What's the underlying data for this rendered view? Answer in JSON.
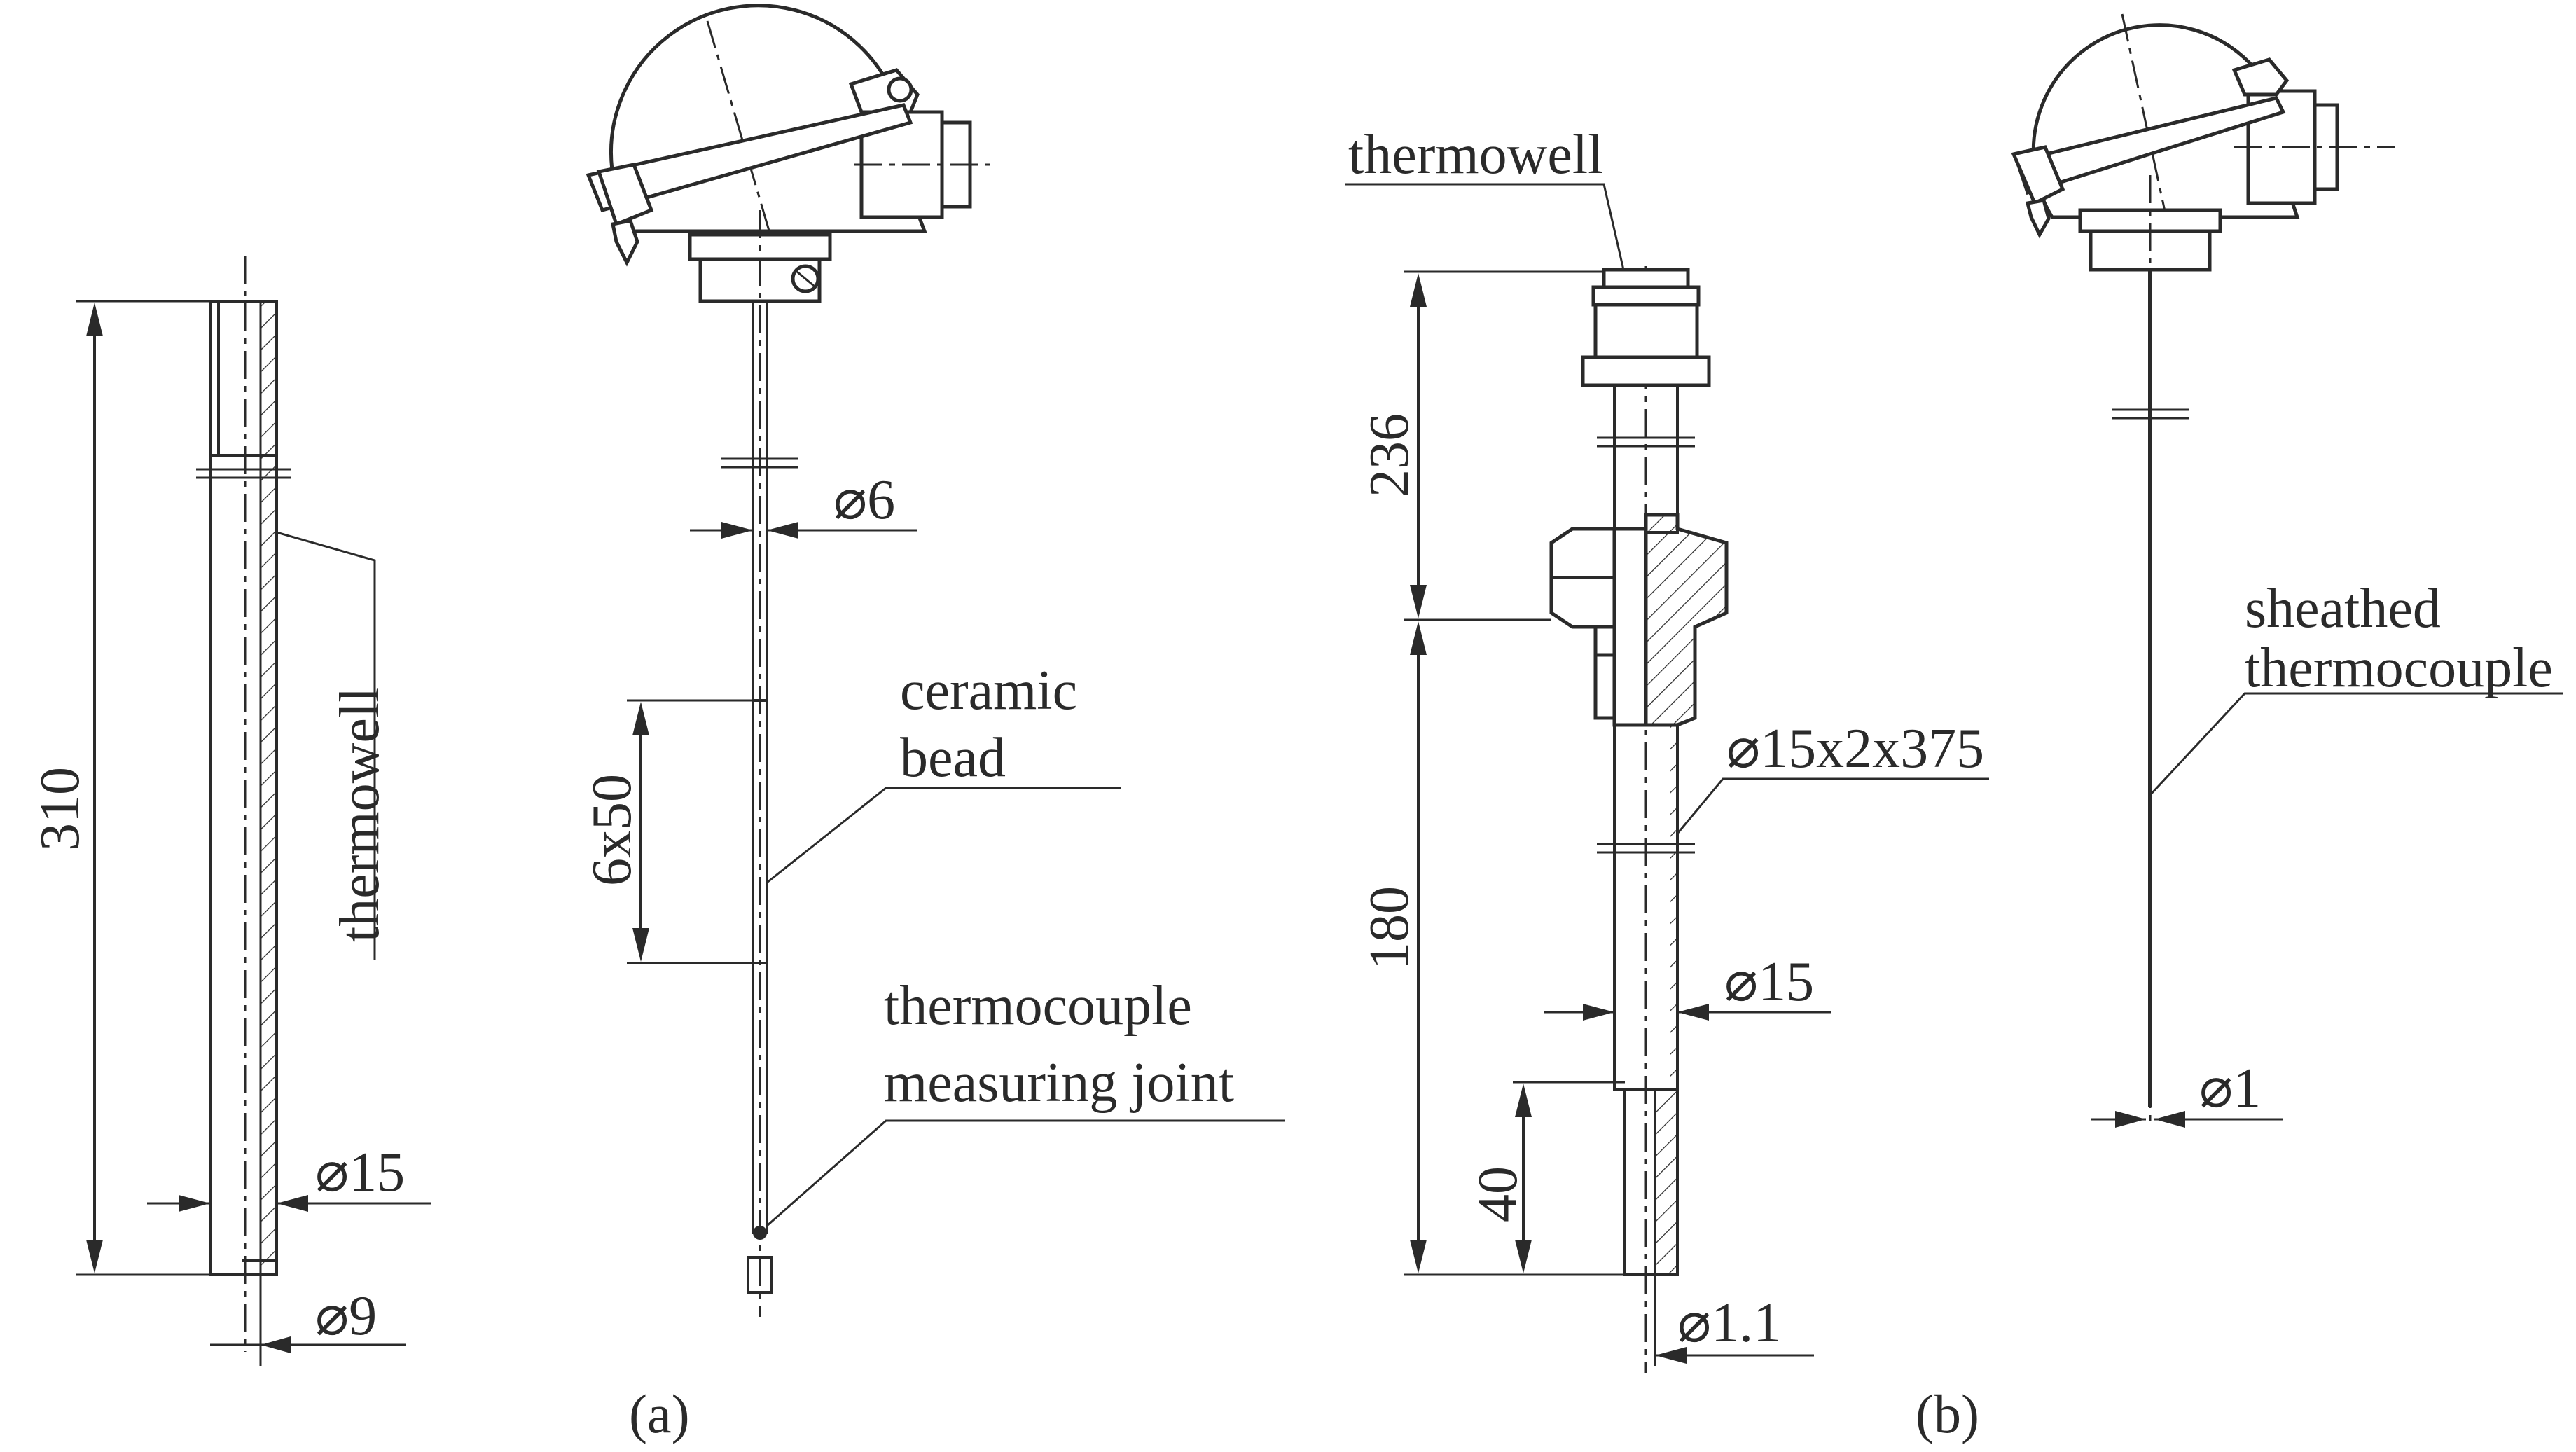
{
  "labels": {
    "thermowell_a": "thermowell",
    "ceramic_bead_line1": "ceramic",
    "ceramic_bead_line2": "bead",
    "measuring_joint_line1": "thermocouple",
    "measuring_joint_line2": "measuring joint",
    "thermowell_b": "thermowell",
    "sheathed_line1": "sheathed",
    "sheathed_line2": "thermocouple"
  },
  "dimensions": {
    "well_length": "310",
    "well_outer_dia": "⌀15",
    "well_inner_dia": "⌀9",
    "probe_dia": "⌀6",
    "bead_spacing": "6x50",
    "upper_length": "236",
    "lower_length": "180",
    "tube_spec": "⌀15x2x375",
    "tube_dia": "⌀15",
    "tip_length": "40",
    "tip_dia": "⌀1.1",
    "sheath_dia": "⌀1"
  },
  "captions": {
    "a": "(a)",
    "b": "(b)"
  }
}
